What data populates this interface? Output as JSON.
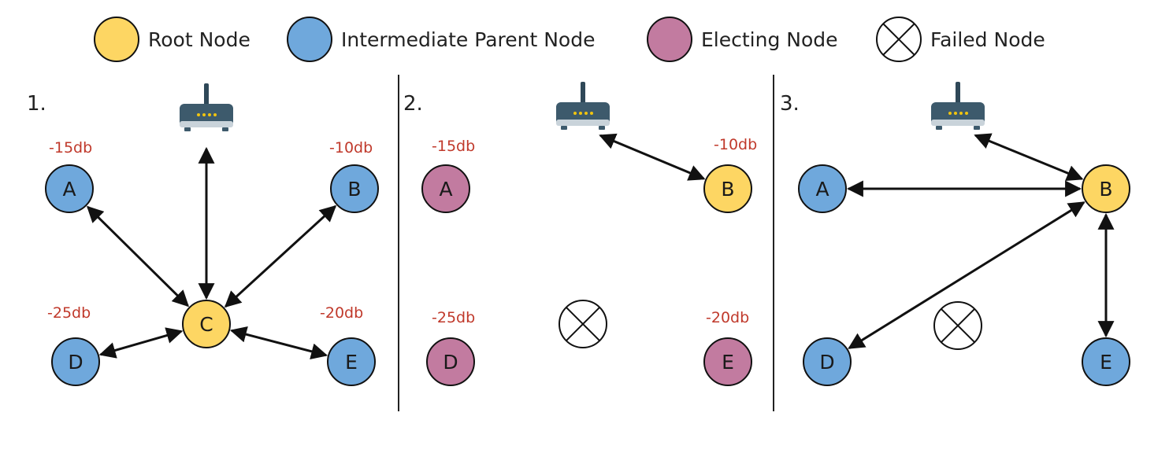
{
  "colors": {
    "root": "#fdd663",
    "intermediate": "#6fa8dc",
    "electing": "#c27ba0",
    "failed": "#ffffff",
    "rssi": "#c0392b",
    "edge": "#111111"
  },
  "legend": [
    {
      "kind": "root",
      "label": "Root Node"
    },
    {
      "kind": "intermediate",
      "label": "Intermediate Parent Node"
    },
    {
      "kind": "electing",
      "label": "Electing Node"
    },
    {
      "kind": "failed",
      "label": "Failed Node"
    }
  ],
  "router_icon": "wifi-router-icon",
  "panels": [
    {
      "number": "1.",
      "nodes": [
        {
          "id": "A",
          "label": "A",
          "kind": "intermediate",
          "rssi": "-15db"
        },
        {
          "id": "B",
          "label": "B",
          "kind": "intermediate",
          "rssi": "-10db"
        },
        {
          "id": "C",
          "label": "C",
          "kind": "root",
          "rssi": ""
        },
        {
          "id": "D",
          "label": "D",
          "kind": "intermediate",
          "rssi": "-25db"
        },
        {
          "id": "E",
          "label": "E",
          "kind": "intermediate",
          "rssi": "-20db"
        }
      ],
      "edges": [
        [
          "router",
          "C"
        ],
        [
          "A",
          "C"
        ],
        [
          "B",
          "C"
        ],
        [
          "D",
          "C"
        ],
        [
          "E",
          "C"
        ]
      ]
    },
    {
      "number": "2.",
      "nodes": [
        {
          "id": "A",
          "label": "A",
          "kind": "electing",
          "rssi": "-15db"
        },
        {
          "id": "B",
          "label": "B",
          "kind": "root",
          "rssi": "-10db"
        },
        {
          "id": "C",
          "label": "",
          "kind": "failed",
          "rssi": ""
        },
        {
          "id": "D",
          "label": "D",
          "kind": "electing",
          "rssi": "-25db"
        },
        {
          "id": "E",
          "label": "E",
          "kind": "electing",
          "rssi": "-20db"
        }
      ],
      "edges": [
        [
          "router",
          "B"
        ]
      ]
    },
    {
      "number": "3.",
      "nodes": [
        {
          "id": "A",
          "label": "A",
          "kind": "intermediate",
          "rssi": ""
        },
        {
          "id": "B",
          "label": "B",
          "kind": "root",
          "rssi": ""
        },
        {
          "id": "C",
          "label": "",
          "kind": "failed",
          "rssi": ""
        },
        {
          "id": "D",
          "label": "D",
          "kind": "intermediate",
          "rssi": ""
        },
        {
          "id": "E",
          "label": "E",
          "kind": "intermediate",
          "rssi": ""
        }
      ],
      "edges": [
        [
          "router",
          "B"
        ],
        [
          "A",
          "B"
        ],
        [
          "D",
          "B"
        ],
        [
          "E",
          "B"
        ]
      ]
    }
  ]
}
